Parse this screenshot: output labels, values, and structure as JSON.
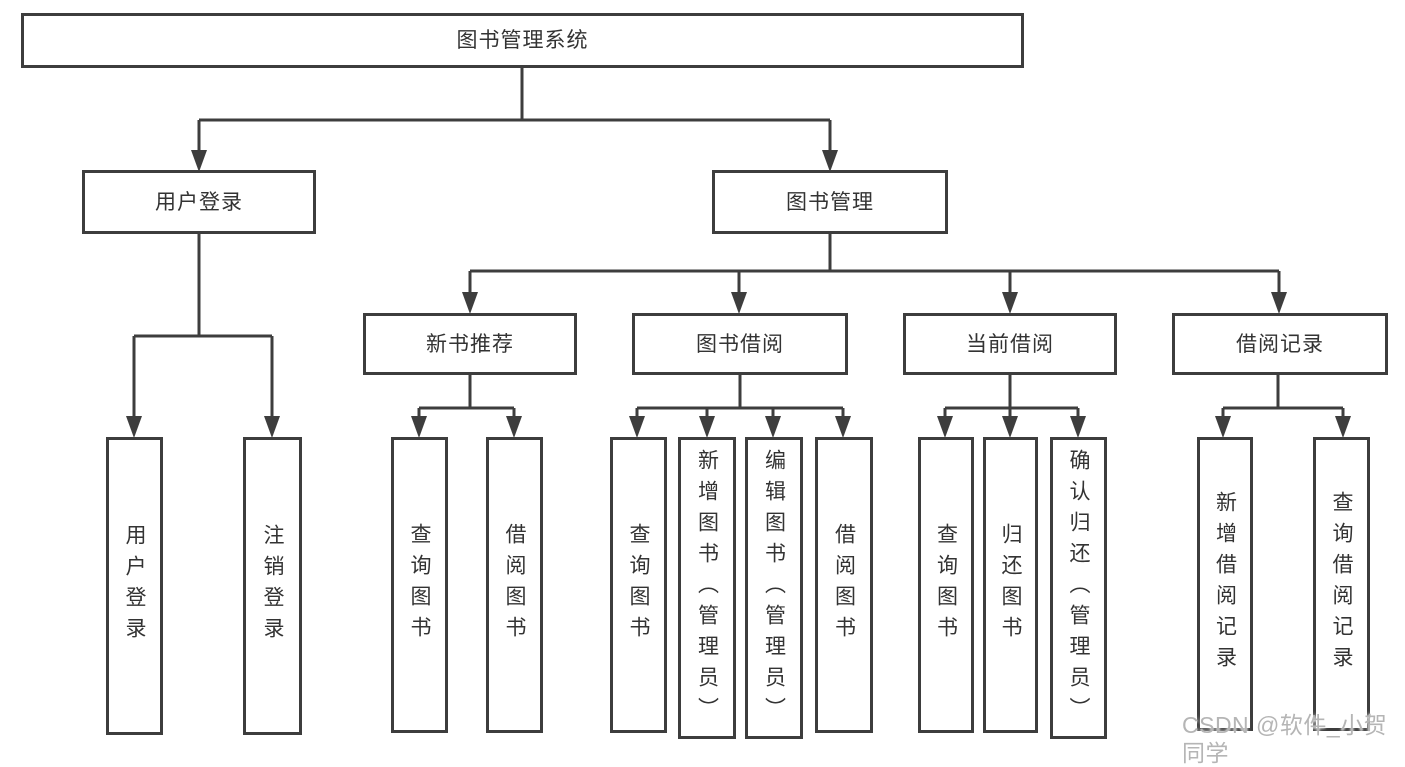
{
  "colors": {
    "line": "#3d3d3d",
    "box_border": "#3d3d3d",
    "text": "#333333",
    "background": "#ffffff",
    "watermark": "#b5b5b5"
  },
  "watermark": {
    "text": "CSDN @软件_小贺同学"
  },
  "tree": {
    "root": {
      "label": "图书管理系统"
    },
    "branches": [
      {
        "label": "用户登录",
        "children": [
          {
            "label": "用户登录"
          },
          {
            "label": "注销登录"
          }
        ]
      },
      {
        "label": "图书管理",
        "children": [
          {
            "label": "新书推荐",
            "children": [
              {
                "label": "查询图书"
              },
              {
                "label": "借阅图书"
              }
            ]
          },
          {
            "label": "图书借阅",
            "children": [
              {
                "label": "查询图书"
              },
              {
                "label": "新增图书（管理员）"
              },
              {
                "label": "编辑图书（管理员）"
              },
              {
                "label": "借阅图书"
              }
            ]
          },
          {
            "label": "当前借阅",
            "children": [
              {
                "label": "查询图书"
              },
              {
                "label": "归还图书"
              },
              {
                "label": "确认归还（管理员）"
              }
            ]
          },
          {
            "label": "借阅记录",
            "children": [
              {
                "label": "新增借阅记录"
              },
              {
                "label": "查询借阅记录"
              }
            ]
          }
        ]
      }
    ]
  }
}
